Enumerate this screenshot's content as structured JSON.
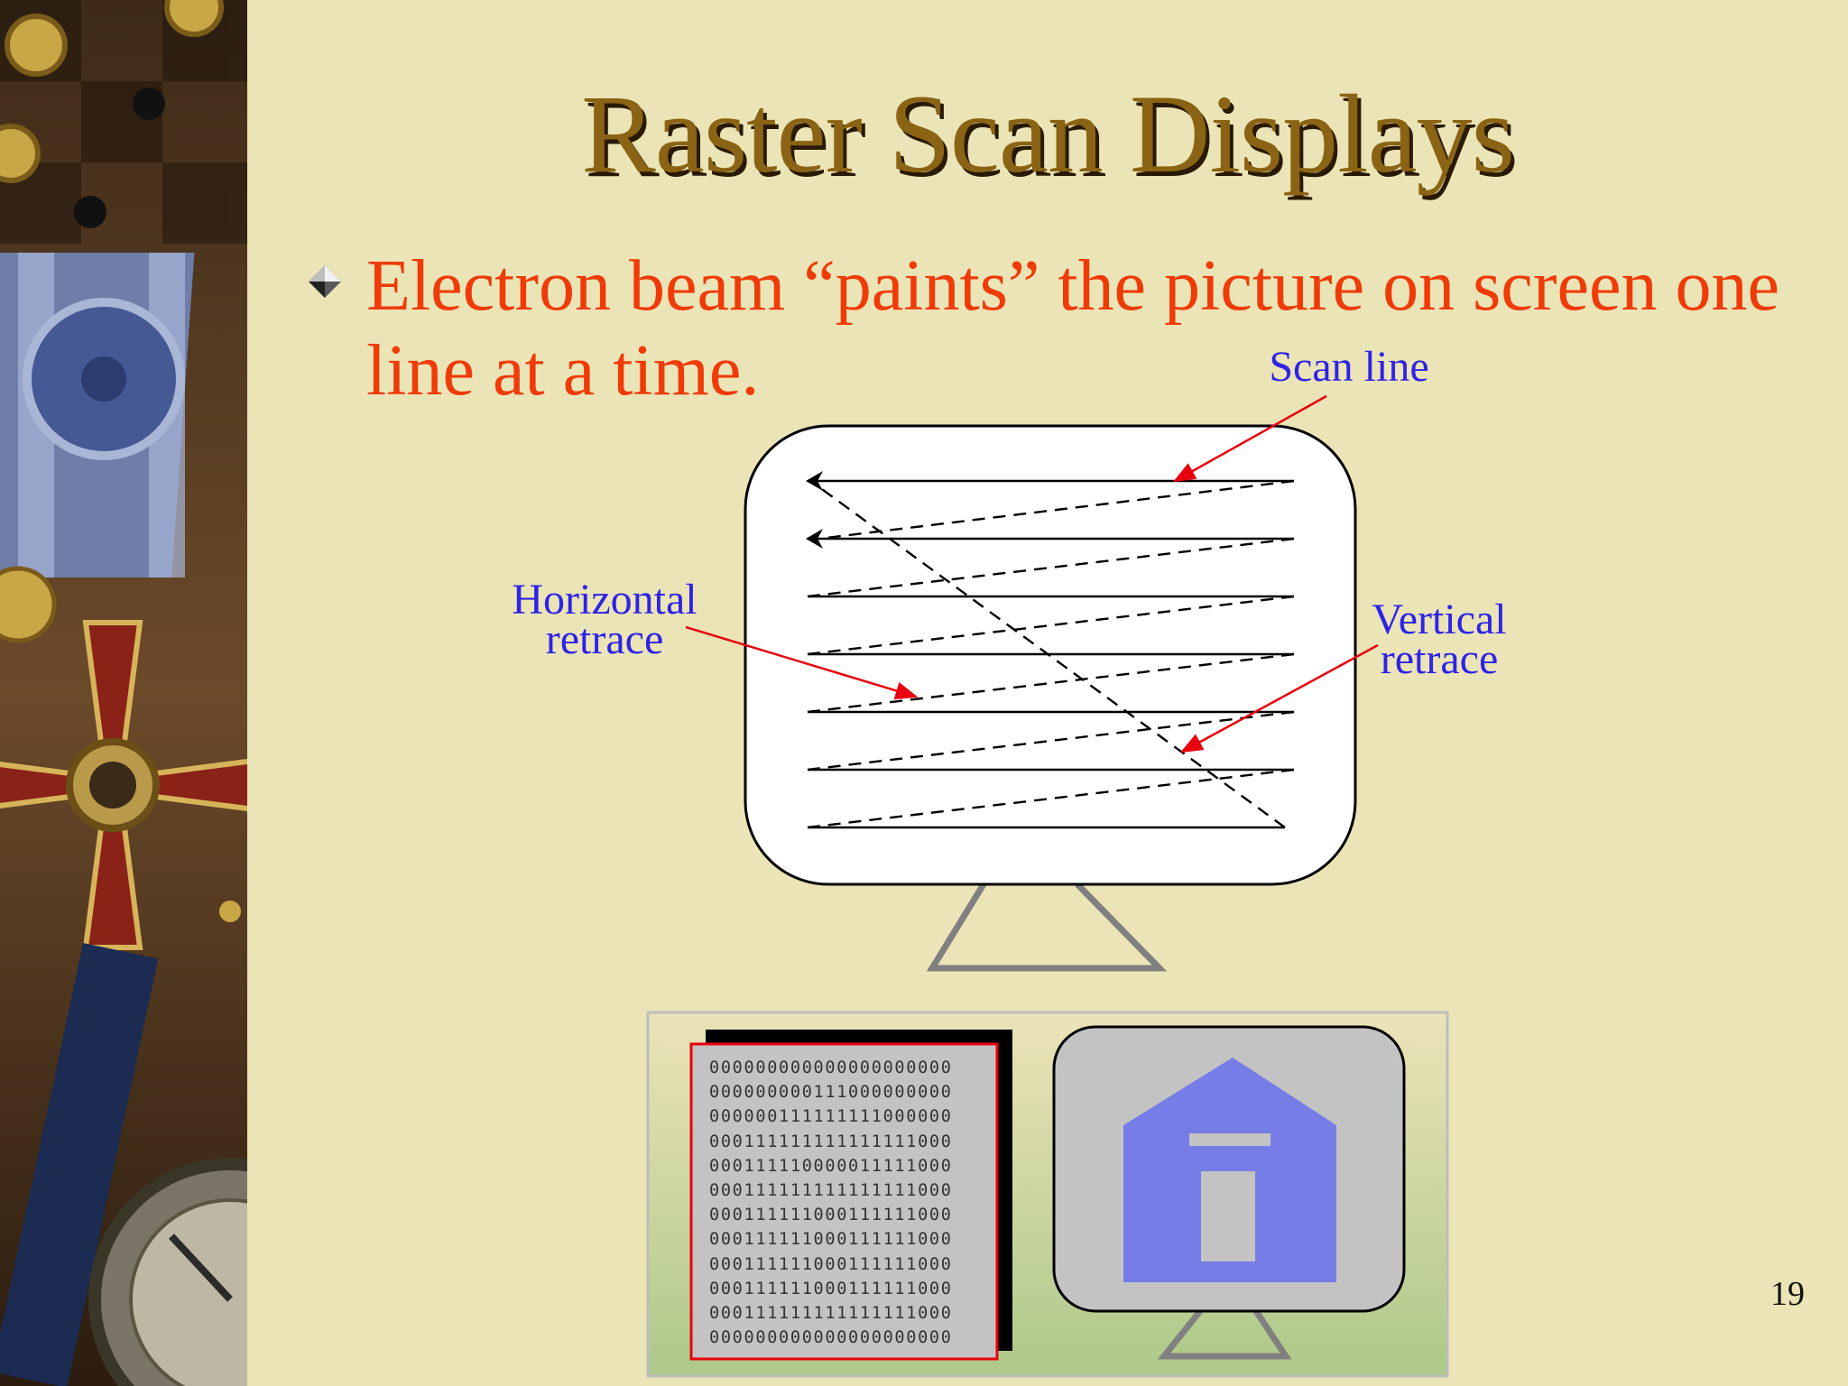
{
  "slide": {
    "title": "Raster Scan Displays",
    "bullet": "Electron beam “paints” the picture on screen one line at a time.",
    "page_number": "19"
  },
  "diagram": {
    "labels": {
      "scan_line": "Scan line",
      "horizontal_retrace": [
        "Horizontal",
        "retrace"
      ],
      "vertical_retrace": [
        "Vertical",
        "retrace"
      ]
    },
    "frame_buffer": [
      "000000000000000000000",
      "000000000111000000000",
      "000000111111111000000",
      "000111111111111111000",
      "000111110000011111000",
      "000111111111111111000",
      "000111111000111111000",
      "000111111000111111000",
      "000111111000111111000",
      "000111111000111111000",
      "000111111111111111000",
      "000000000000000000000"
    ]
  },
  "colors": {
    "background": "#ebe4b6",
    "title": "#8a6414",
    "bullet_text": "#ef3b07",
    "label_text": "#2e23e8",
    "arrow": "#e8000e",
    "house": "#767de6"
  },
  "icons": {
    "bullet": "diamond-bullet-icon"
  }
}
